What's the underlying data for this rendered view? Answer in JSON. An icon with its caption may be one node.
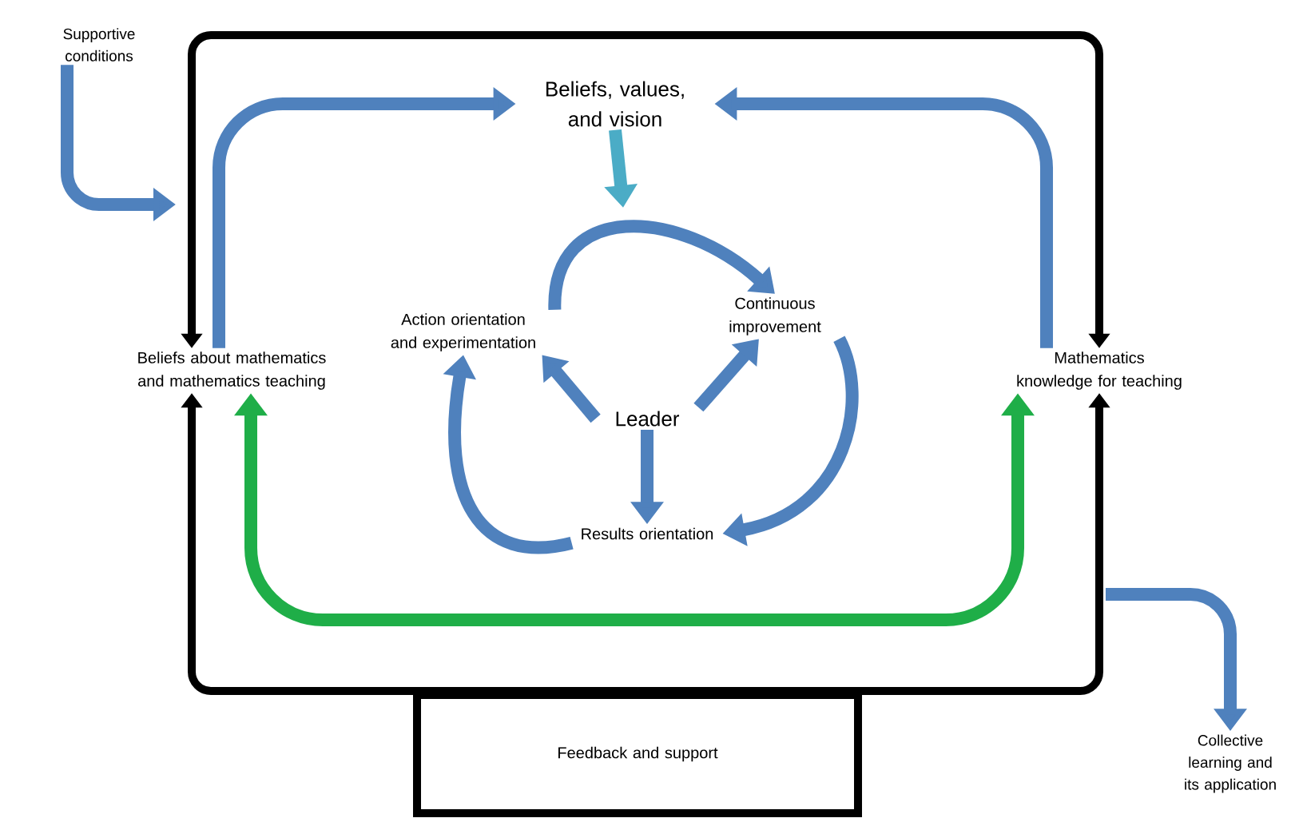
{
  "diagram": {
    "nodes": [
      {
        "text": [
          "Supportive conditions"
        ]
      },
      {
        "text": [
          "Beliefs, values, and vision"
        ]
      },
      {
        "text": [
          "Beliefs about mathematics and mathematics teaching"
        ]
      },
      {
        "text": [
          "Action orientation and experimentation"
        ]
      },
      {
        "text": [
          "Continuous improvement"
        ]
      },
      {
        "text": [
          "Leader"
        ]
      },
      {
        "text": [
          "Results orientation"
        ]
      },
      {
        "text": [
          "Mathematics knowledge for teaching"
        ]
      },
      {
        "text": [
          "Feedback and support"
        ]
      },
      {
        "text": [
          "Collective learning and its application"
        ]
      }
    ],
    "edges": [
      {
        "from": 0,
        "to": null,
        "arrow": "to"
      },
      {
        "from": 2,
        "to": 1,
        "arrow": "to"
      },
      {
        "from": 7,
        "to": 1,
        "arrow": "to"
      },
      {
        "from": 1,
        "to": null,
        "arrow": "to",
        "color": "#4bacc6"
      },
      {
        "from": 3,
        "to": 4,
        "arrow": "to"
      },
      {
        "from": 4,
        "to": 6,
        "arrow": "to"
      },
      {
        "from": 6,
        "to": 3,
        "arrow": "to"
      },
      {
        "from": 5,
        "to": 3,
        "arrow": "to"
      },
      {
        "from": 5,
        "to": 4,
        "arrow": "to"
      },
      {
        "from": 5,
        "to": 6,
        "arrow": "to"
      },
      {
        "from": 2,
        "to": 7,
        "arrow": "both",
        "color": "#1fae48"
      },
      {
        "from": 2,
        "to": 7,
        "arrow": "both",
        "color": "#000000"
      },
      {
        "from": 8,
        "to": 2,
        "arrow": "to",
        "color": "#000000"
      },
      {
        "from": 8,
        "to": 7,
        "arrow": "to",
        "color": "#000000"
      },
      {
        "from": null,
        "to": 9,
        "arrow": "to"
      }
    ]
  }
}
